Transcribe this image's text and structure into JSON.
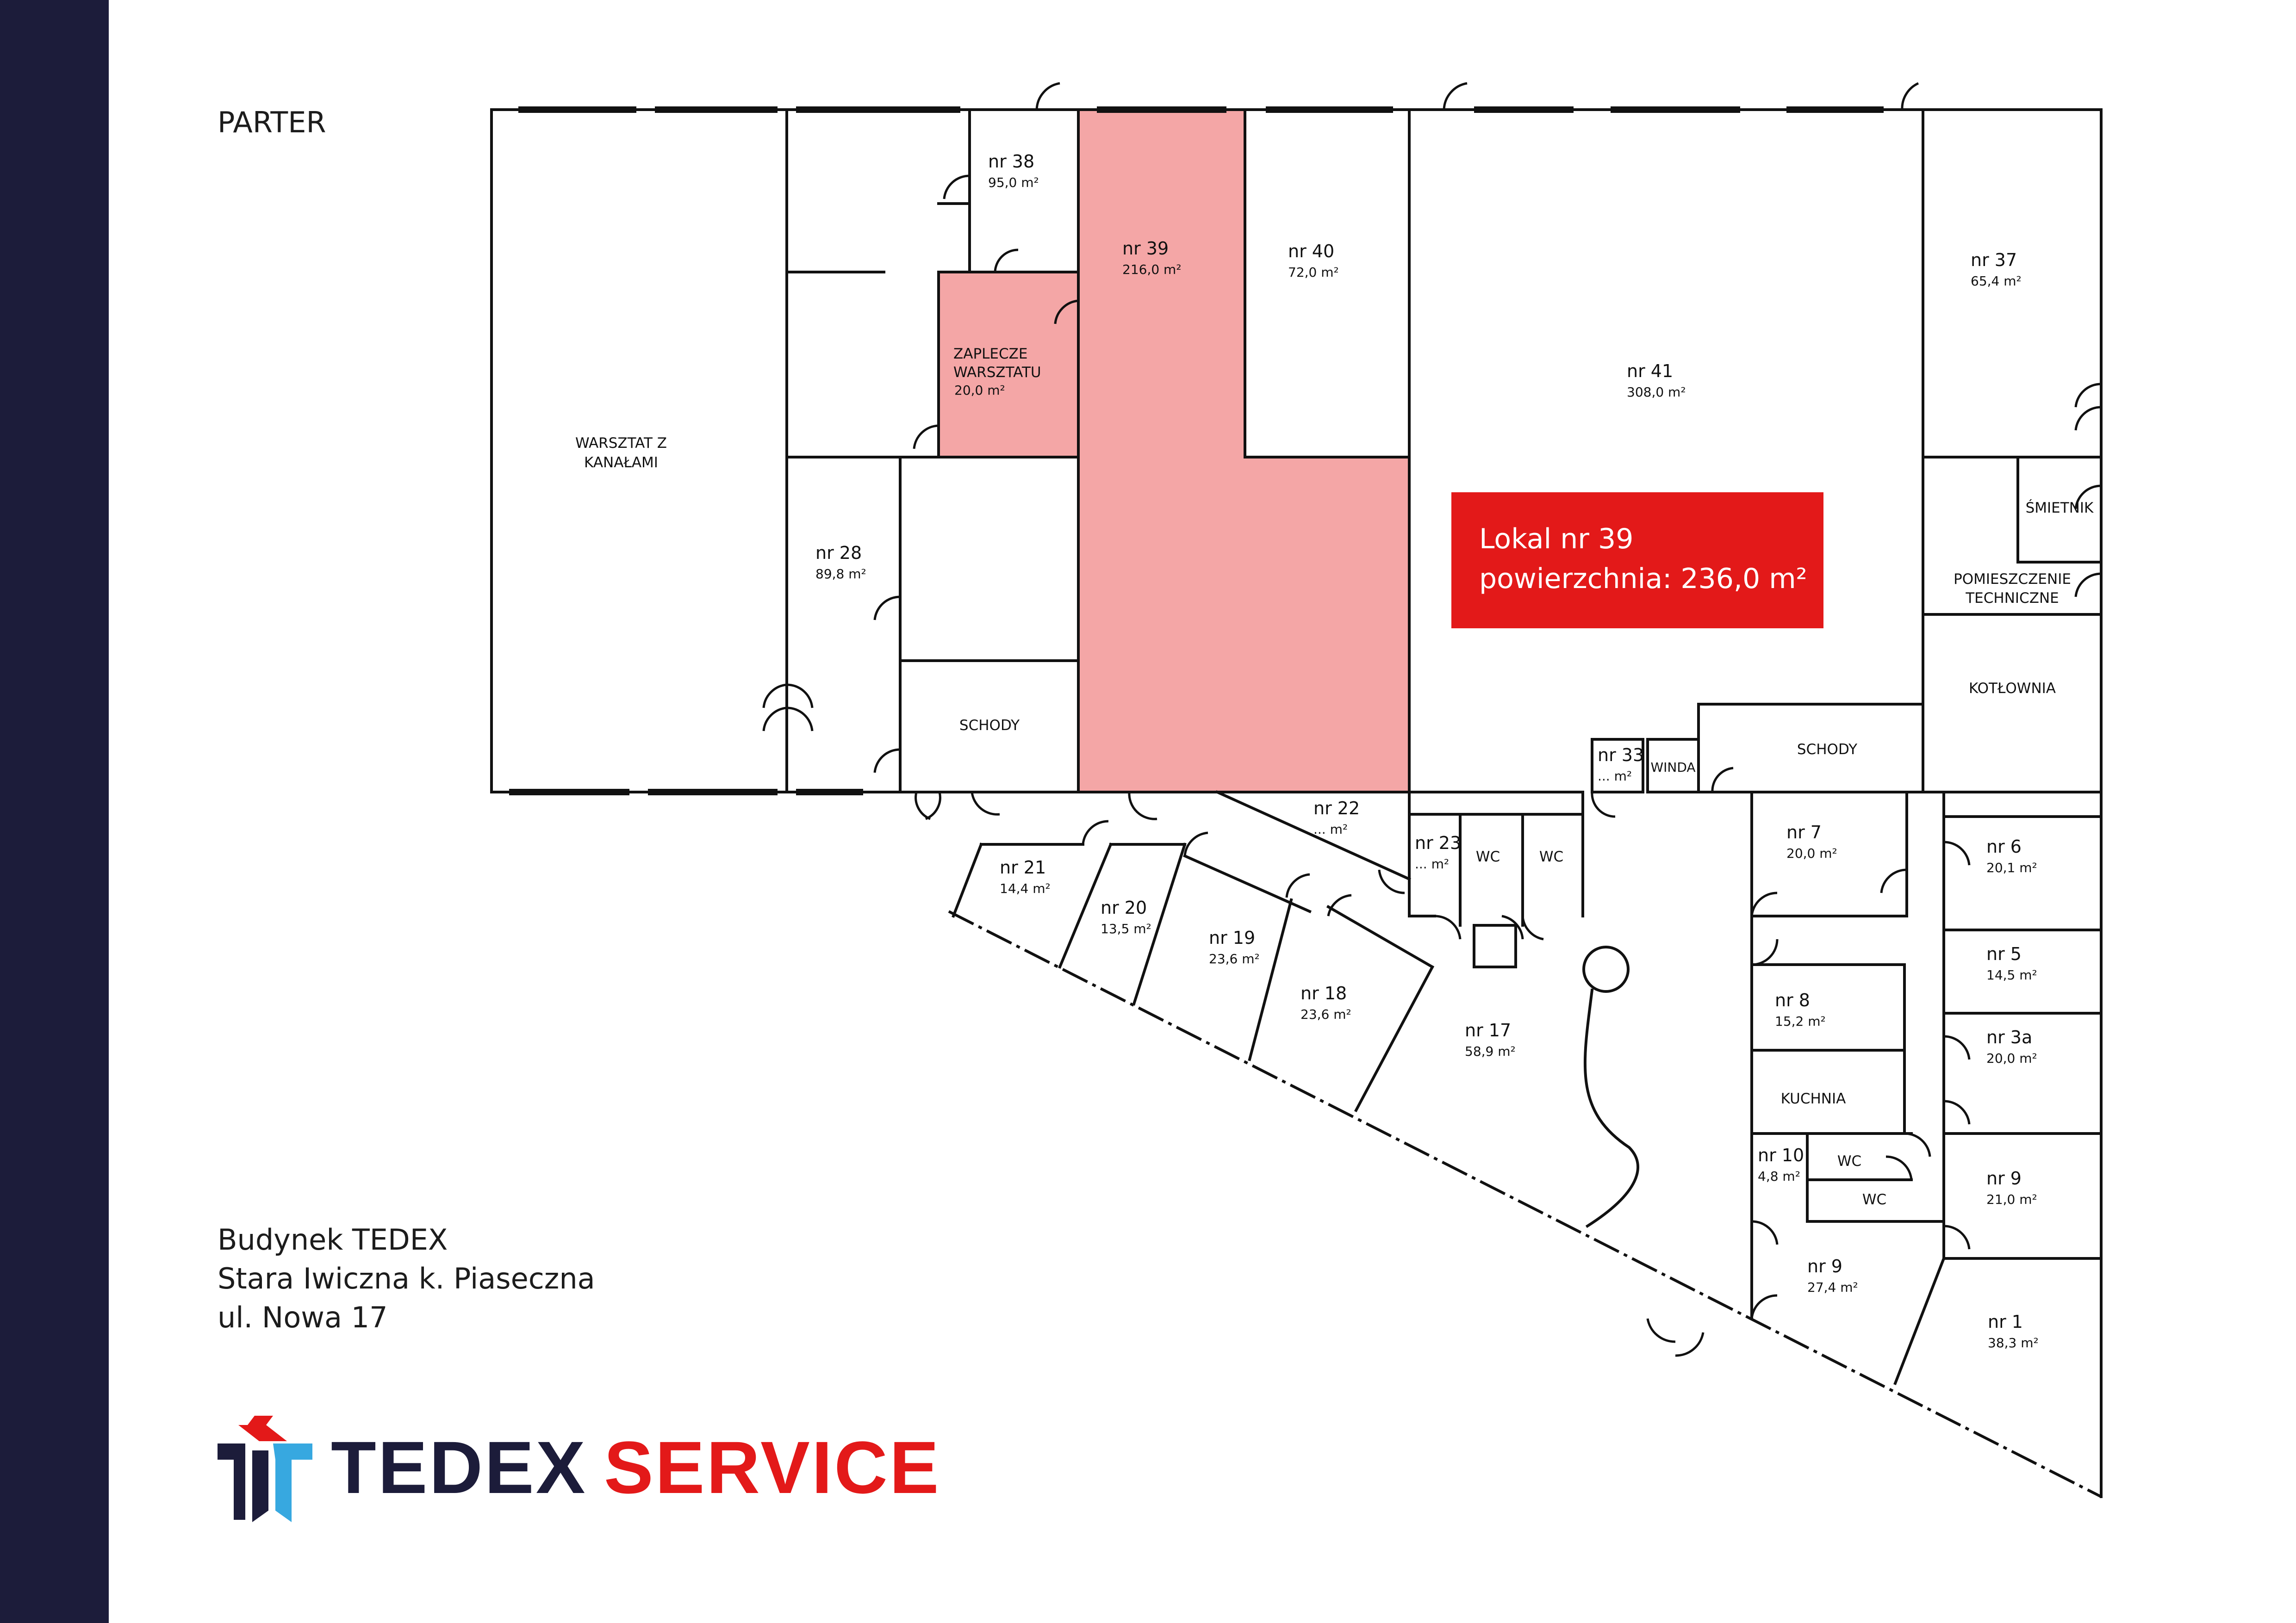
{
  "floor_label": "PARTER",
  "callout": {
    "title": "Lokal nr 39",
    "area": "powierzchnia: 236,0 m²"
  },
  "address": {
    "line1": "Budynek TEDEX",
    "line2": "Stara Iwiczna k. Piaseczna",
    "line3": "ul. Nowa 17"
  },
  "brand": {
    "part1": "TEDEX",
    "part2": "SERVICE"
  },
  "colors": {
    "highlight": "#f4a6a6",
    "accent": "#e31919",
    "navy": "#1c1c3a",
    "sky": "#37a8e0"
  },
  "rooms": {
    "warsztat": {
      "line1": "WARSZTAT Z",
      "line2": "KANAŁAMI"
    },
    "r38": {
      "name": "nr 38",
      "area": "95,0 m²"
    },
    "r39": {
      "name": "nr 39",
      "area": "216,0 m²"
    },
    "r40": {
      "name": "nr 40",
      "area": "72,0 m²"
    },
    "r41": {
      "name": "nr 41",
      "area": "308,0 m²"
    },
    "r37": {
      "name": "nr 37",
      "area": "65,4 m²"
    },
    "zaplecze": {
      "line1": "ZAPLECZE",
      "line2": "WARSZTATU",
      "area": "20,0 m²"
    },
    "r28": {
      "name": "nr 28",
      "area": "89,8 m²"
    },
    "schody1": "SCHODY",
    "schody2": "SCHODY",
    "smietnik": "ŚMIETNIK",
    "pomieszczenie": {
      "line1": "POMIESZCZENIE",
      "line2": "TECHNICZNE"
    },
    "kotlownia": "KOTŁOWNIA",
    "r33": {
      "name": "nr 33",
      "area": "... m²"
    },
    "winda": "WINDA",
    "r22": {
      "name": "nr 22",
      "area": "... m²"
    },
    "r23": {
      "name": "nr 23",
      "area": "... m²"
    },
    "wc1": "WC",
    "wc2": "WC",
    "wc3": "WC",
    "wc4": "WC",
    "r21": {
      "name": "nr 21",
      "area": "14,4 m²"
    },
    "r20": {
      "name": "nr 20",
      "area": "13,5 m²"
    },
    "r19": {
      "name": "nr 19",
      "area": "23,6 m²"
    },
    "r18": {
      "name": "nr 18",
      "area": "23,6 m²"
    },
    "r17": {
      "name": "nr 17",
      "area": "58,9 m²"
    },
    "r7": {
      "name": "nr 7",
      "area": "20,0 m²"
    },
    "r6": {
      "name": "nr 6",
      "area": "20,1 m²"
    },
    "r5": {
      "name": "nr 5",
      "area": "14,5 m²"
    },
    "r3a": {
      "name": "nr 3a",
      "area": "20,0 m²"
    },
    "r8": {
      "name": "nr 8",
      "area": "15,2 m²"
    },
    "kuchnia": "KUCHNIA",
    "r10": {
      "name": "nr 10",
      "area": "4,8 m²"
    },
    "r9a": {
      "name": "nr 9",
      "area": "21,0 m²"
    },
    "r9b": {
      "name": "nr 9",
      "area": "27,4 m²"
    },
    "r1": {
      "name": "nr 1",
      "area": "38,3 m²"
    }
  }
}
